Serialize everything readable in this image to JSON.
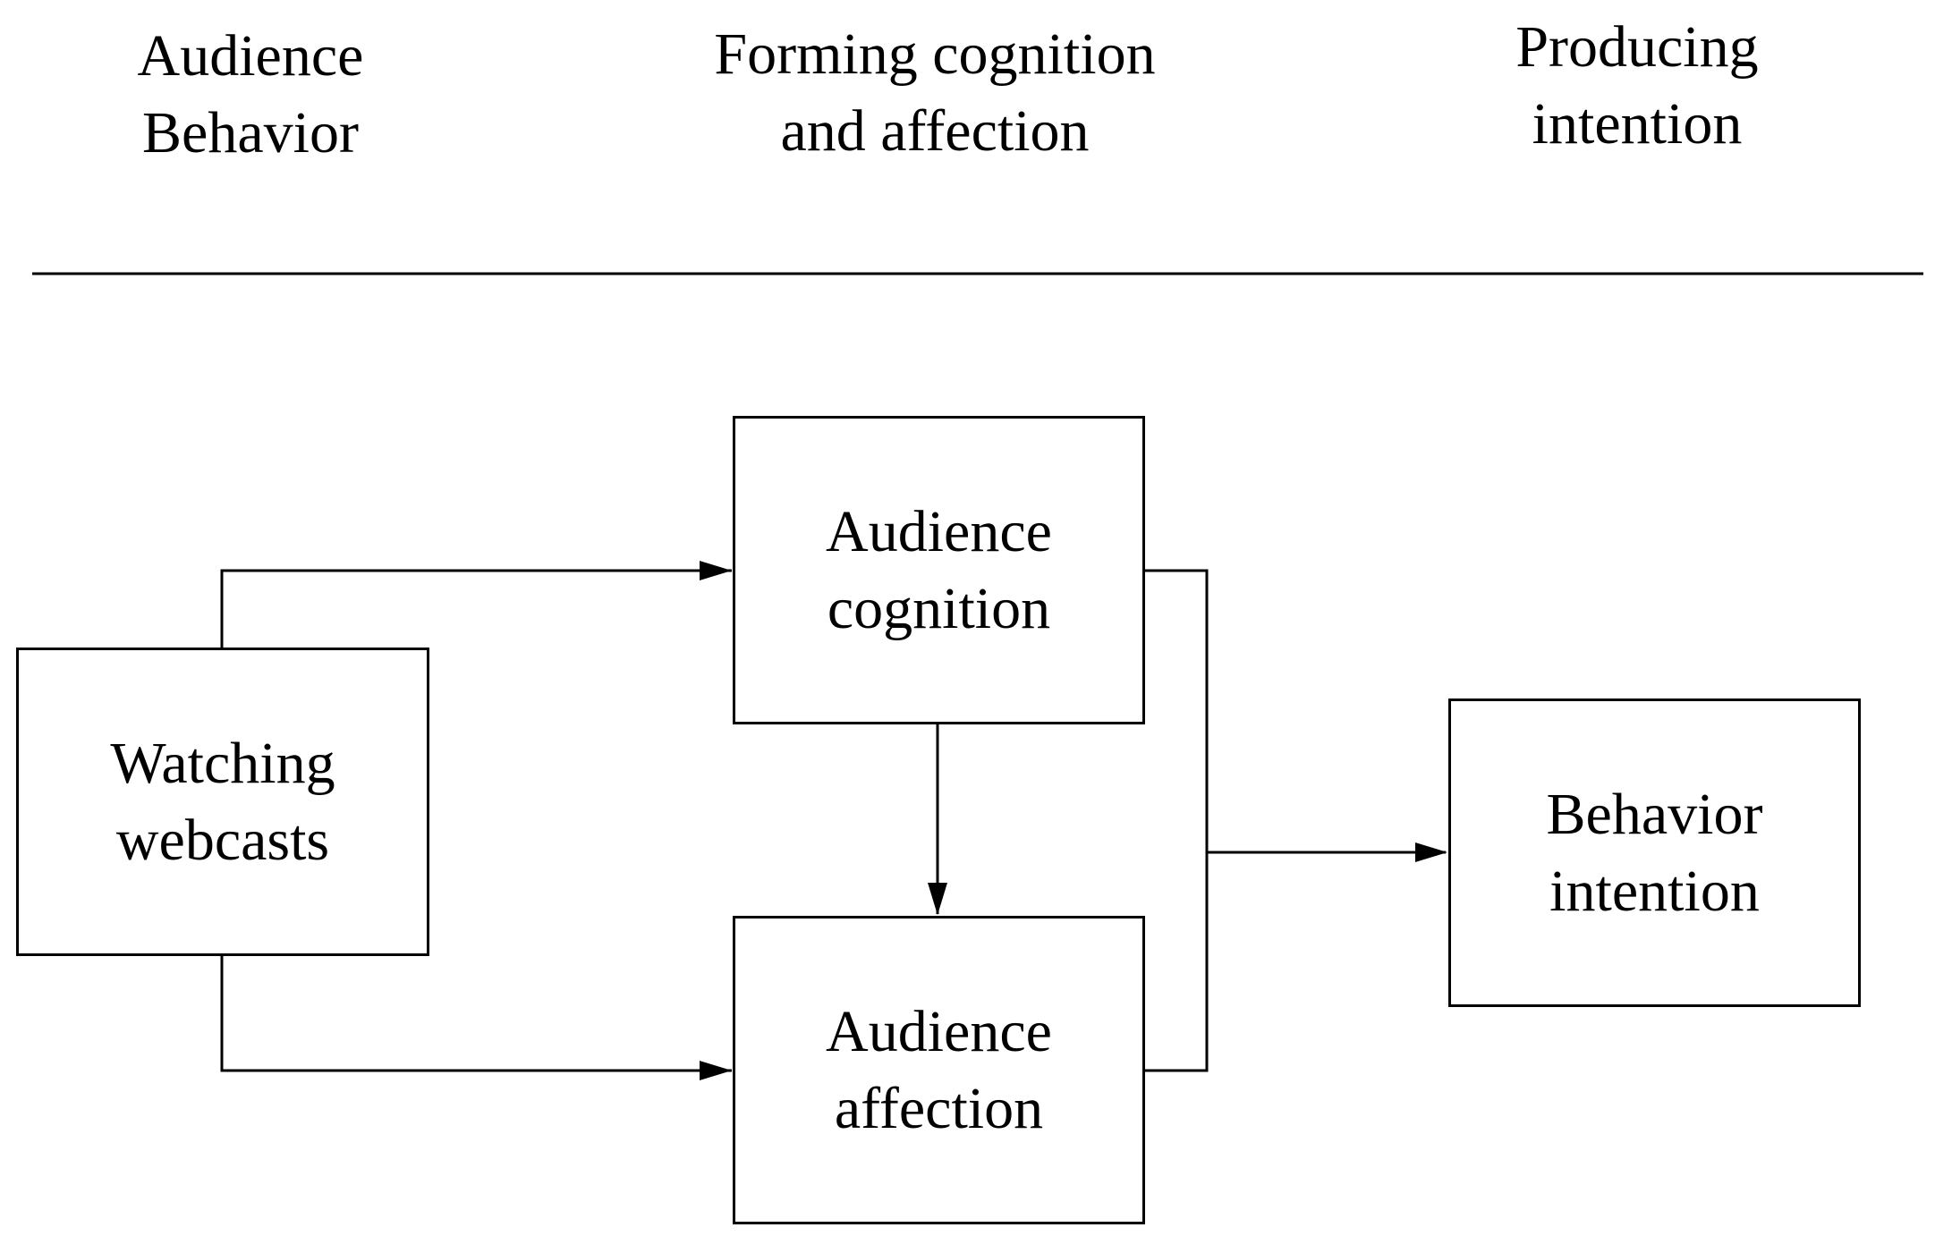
{
  "headers": {
    "stage1": {
      "line1": "Audience",
      "line2": "Behavior"
    },
    "stage2": {
      "line1": "Forming cognition",
      "line2": "and affection"
    },
    "stage3": {
      "line1": "Producing",
      "line2": "intention"
    }
  },
  "nodes": {
    "watching_webcasts": {
      "line1": "Watching",
      "line2": "webcasts"
    },
    "audience_cognition": {
      "line1": "Audience",
      "line2": "cognition"
    },
    "audience_affection": {
      "line1": "Audience",
      "line2": "affection"
    },
    "behavior_intention": {
      "line1": "Behavior",
      "line2": "intention"
    }
  },
  "edges": [
    {
      "from": "watching_webcasts",
      "to": "audience_cognition"
    },
    {
      "from": "watching_webcasts",
      "to": "audience_affection"
    },
    {
      "from": "audience_cognition",
      "to": "audience_affection"
    },
    {
      "from": "audience_cognition",
      "to": "behavior_intention"
    },
    {
      "from": "audience_affection",
      "to": "behavior_intention"
    }
  ],
  "colors": {
    "line": "#000000",
    "background": "#ffffff"
  }
}
